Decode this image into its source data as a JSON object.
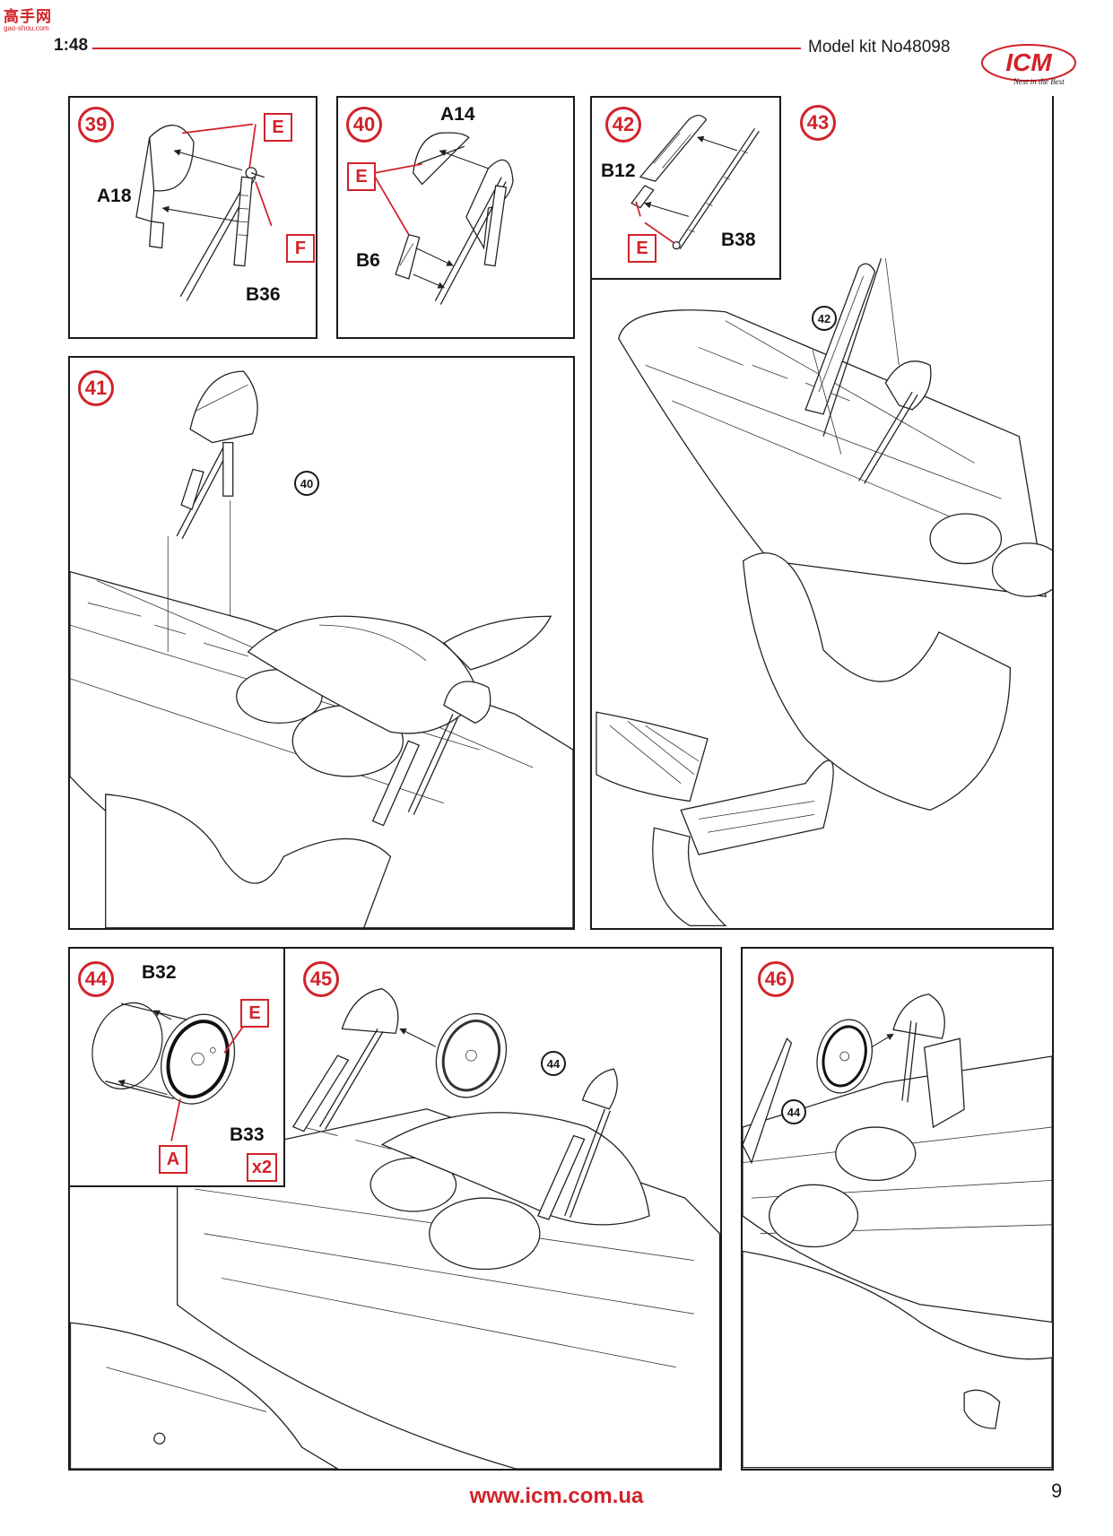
{
  "header": {
    "site_logo": "高手网",
    "site_logo_url": "gao-shou.com",
    "scale": "1:48",
    "kit_number": "Model kit No48098",
    "brand": "ICM",
    "brand_tagline": "Next in the Best",
    "accent_color": "#d1232a"
  },
  "footer": {
    "website": "www.icm.com.ua",
    "page_number": "9"
  },
  "steps": {
    "s39": {
      "number": "39",
      "parts": [
        "A18",
        "B36"
      ],
      "paints": [
        "E",
        "F"
      ]
    },
    "s40": {
      "number": "40",
      "parts": [
        "A14",
        "B6"
      ],
      "paints": [
        "E"
      ]
    },
    "s41": {
      "number": "41",
      "refs": [
        "40"
      ]
    },
    "s42": {
      "number": "42",
      "parts": [
        "B12",
        "B38"
      ],
      "paints": [
        "E"
      ]
    },
    "s43": {
      "number": "43",
      "refs": [
        "42"
      ]
    },
    "s44": {
      "number": "44",
      "parts": [
        "B32",
        "B33"
      ],
      "paints": [
        "E",
        "A"
      ],
      "quantity": "x2"
    },
    "s45": {
      "number": "45",
      "refs": [
        "44"
      ]
    },
    "s46": {
      "number": "46",
      "refs": [
        "44"
      ]
    }
  }
}
